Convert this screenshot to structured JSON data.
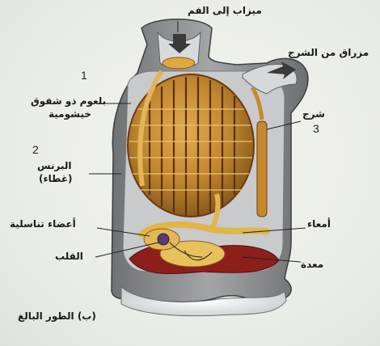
{
  "labels": {
    "siphon_to_mouth": "ميزاب إلى الفم",
    "siphon_from_cloaca": "مزراق من الشرج",
    "gill_slit_pharynx_line1": "بلعوم ذو شقوق",
    "gill_slit_pharynx_line2": "خيشومية",
    "tunic_line1": "البرنس",
    "tunic_line2": "(غطاء)",
    "anus": "شرج",
    "reproductive_organs": "أعضاء تناسلية",
    "intestine": "أمعاء",
    "heart": "القلب",
    "stomach": "معدة",
    "caption": "(ب) الطور البالغ"
  },
  "numbers": {
    "n1": "1",
    "n2": "2",
    "n3": "3"
  },
  "colors": {
    "background": "#e9ebe6",
    "tunic": "#8d8f91",
    "inner_body": "#c9cacb",
    "pharynx": "#c0862f",
    "pharynx_slit": "#6b3a12",
    "gut_yellow": "#e0b64a",
    "stomach_red": "#8c1f1c",
    "heart_purple": "#5b3a78"
  }
}
